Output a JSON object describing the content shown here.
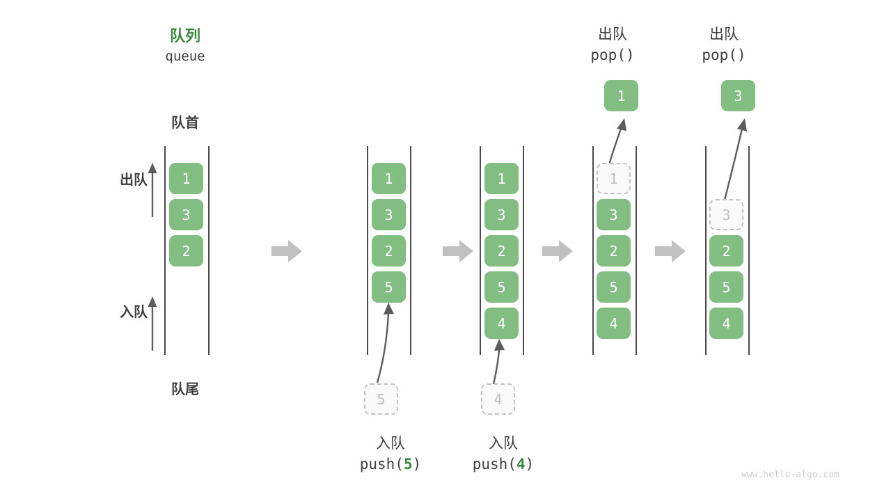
{
  "page": {
    "watermark": "www.hello-algo.com",
    "accent_green": "#3a8a3d",
    "cell_green": "#82bd81",
    "ghost_gray": "#c0c0c0",
    "rail_gray": "#4a4a4a",
    "arrow_gray": "#c0c0c0"
  },
  "header": {
    "title_cn": "队列",
    "title_en": "queue"
  },
  "side_labels": {
    "front": "队首",
    "rear": "队尾",
    "dequeue": "出队",
    "enqueue": "入队"
  },
  "columns": [
    {
      "id": "initial",
      "cells": [
        "1",
        "3",
        "2"
      ],
      "ghost_index": null
    },
    {
      "id": "after-push-5",
      "cells": [
        "1",
        "3",
        "2",
        "5"
      ],
      "ghost_index": null,
      "incoming_value": "5",
      "op_cn": "入队",
      "op_call_prefix": "push(",
      "op_call_arg": "5",
      "op_call_suffix": ")"
    },
    {
      "id": "after-push-4",
      "cells": [
        "1",
        "3",
        "2",
        "5",
        "4"
      ],
      "ghost_index": null,
      "incoming_value": "4",
      "op_cn": "入队",
      "op_call_prefix": "push(",
      "op_call_arg": "4",
      "op_call_suffix": ")"
    },
    {
      "id": "after-pop-1",
      "cells": [
        "1",
        "3",
        "2",
        "5",
        "4"
      ],
      "ghost_index": 0,
      "popped_value": "1",
      "op_cn": "出队",
      "op_call": "pop()"
    },
    {
      "id": "after-pop-3",
      "cells": [
        "3",
        "2",
        "5",
        "4"
      ],
      "ghost_index": 0,
      "popped_value": "3",
      "op_cn": "出队",
      "op_call": "pop()"
    }
  ],
  "transitions": [
    "step-arrow-1",
    "step-arrow-2",
    "step-arrow-3",
    "step-arrow-4"
  ]
}
